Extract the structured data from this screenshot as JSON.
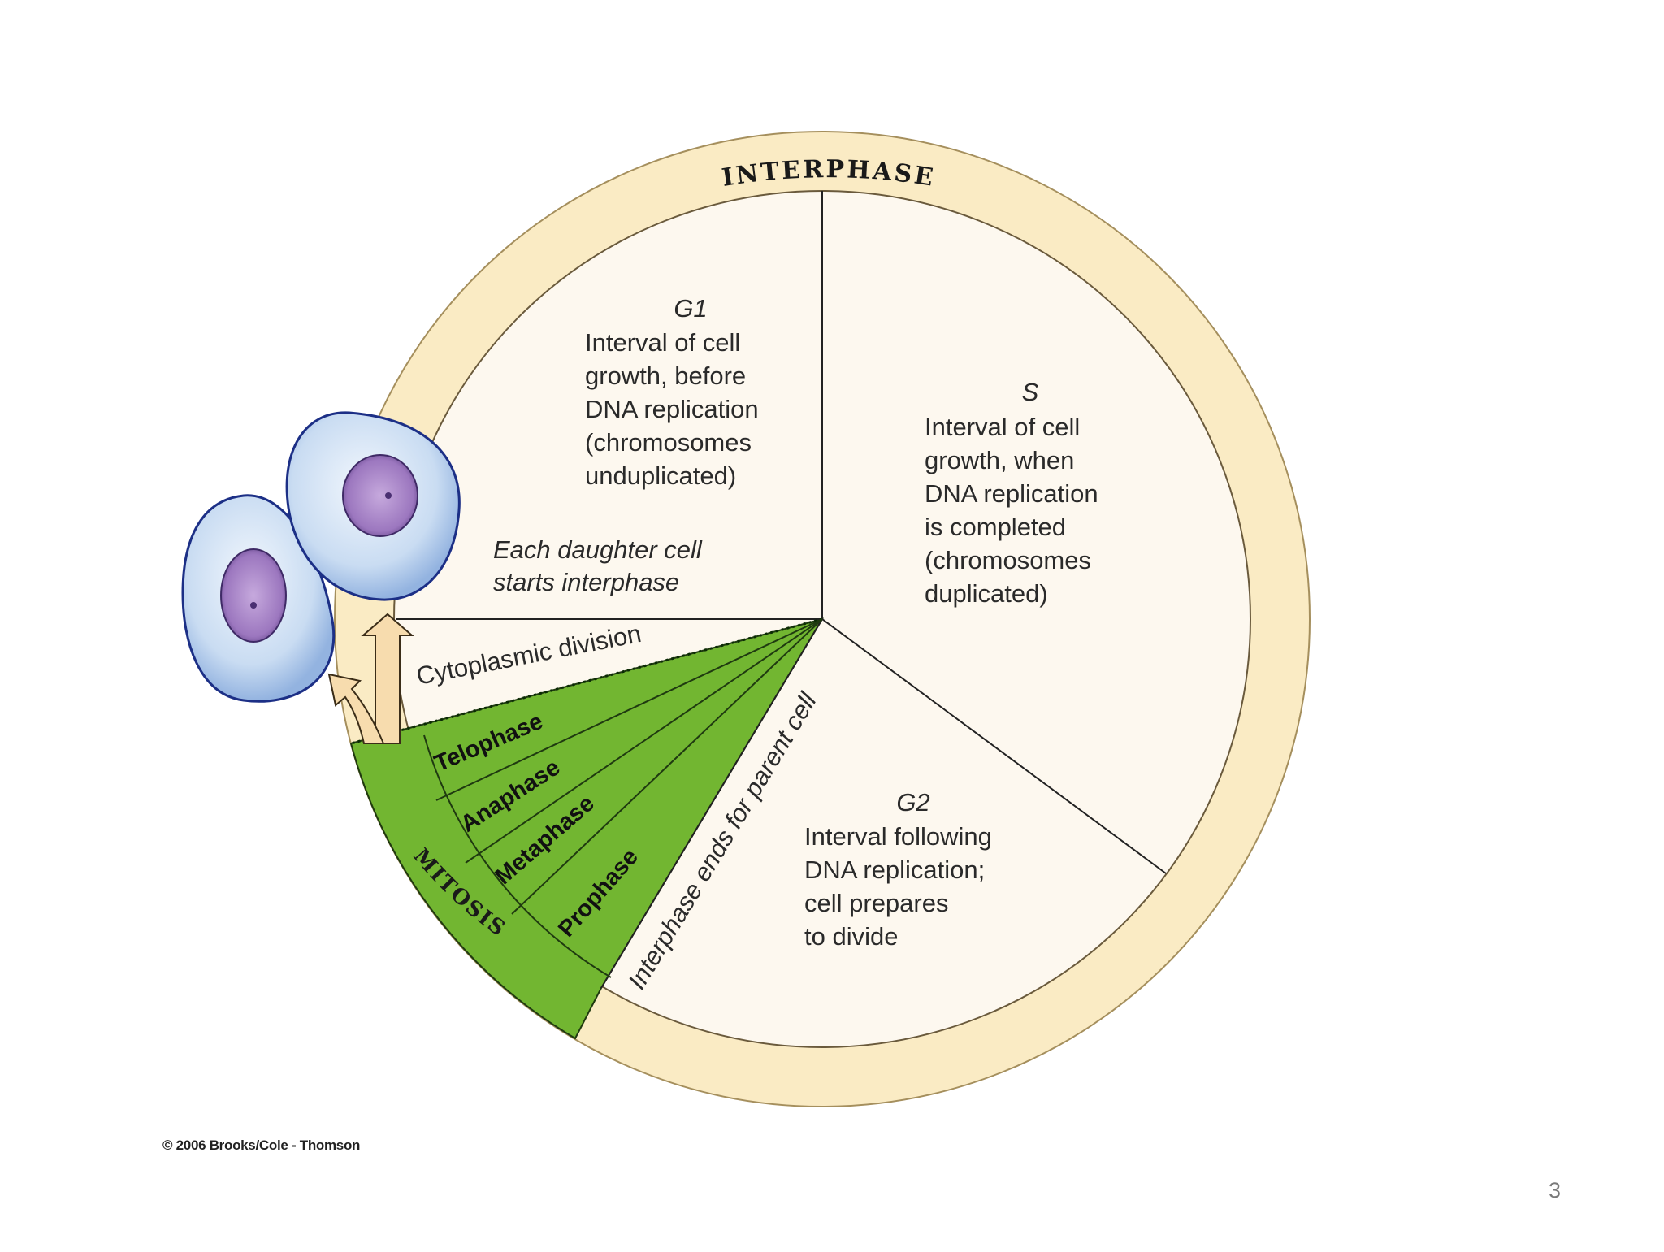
{
  "ring": {
    "label": "INTERPHASE"
  },
  "phases": {
    "g1": {
      "name": "G1",
      "lines": [
        "Interval of cell",
        "growth, before",
        "DNA replication",
        "(chromosomes",
        "unduplicated)"
      ]
    },
    "s": {
      "name": "S",
      "lines": [
        "Interval of cell",
        "growth, when",
        "DNA replication",
        "is completed",
        "(chromosomes",
        "duplicated)"
      ]
    },
    "g2": {
      "name": "G2",
      "lines": [
        "Interval following",
        "DNA replication;",
        "cell prepares",
        "to divide"
      ]
    }
  },
  "daughter_note": [
    "Each daughter cell",
    "starts interphase"
  ],
  "cytoplasmic_division": "Cytoplasmic division",
  "mitosis": {
    "label": "MITOSIS",
    "stages": [
      "Telophase",
      "Anaphase",
      "Metaphase",
      "Prophase"
    ]
  },
  "interphase_ends": "Interphase ends for parent cell",
  "colors": {
    "ring": "#faebc4",
    "sector_fill": "#fdf8ef",
    "mitosis_green": "#72b631",
    "cell_body": "#c5d9f1",
    "nucleus": "#9d79c0"
  },
  "copyright": "© 2006 Brooks/Cole - Thomson",
  "page_number": "3"
}
